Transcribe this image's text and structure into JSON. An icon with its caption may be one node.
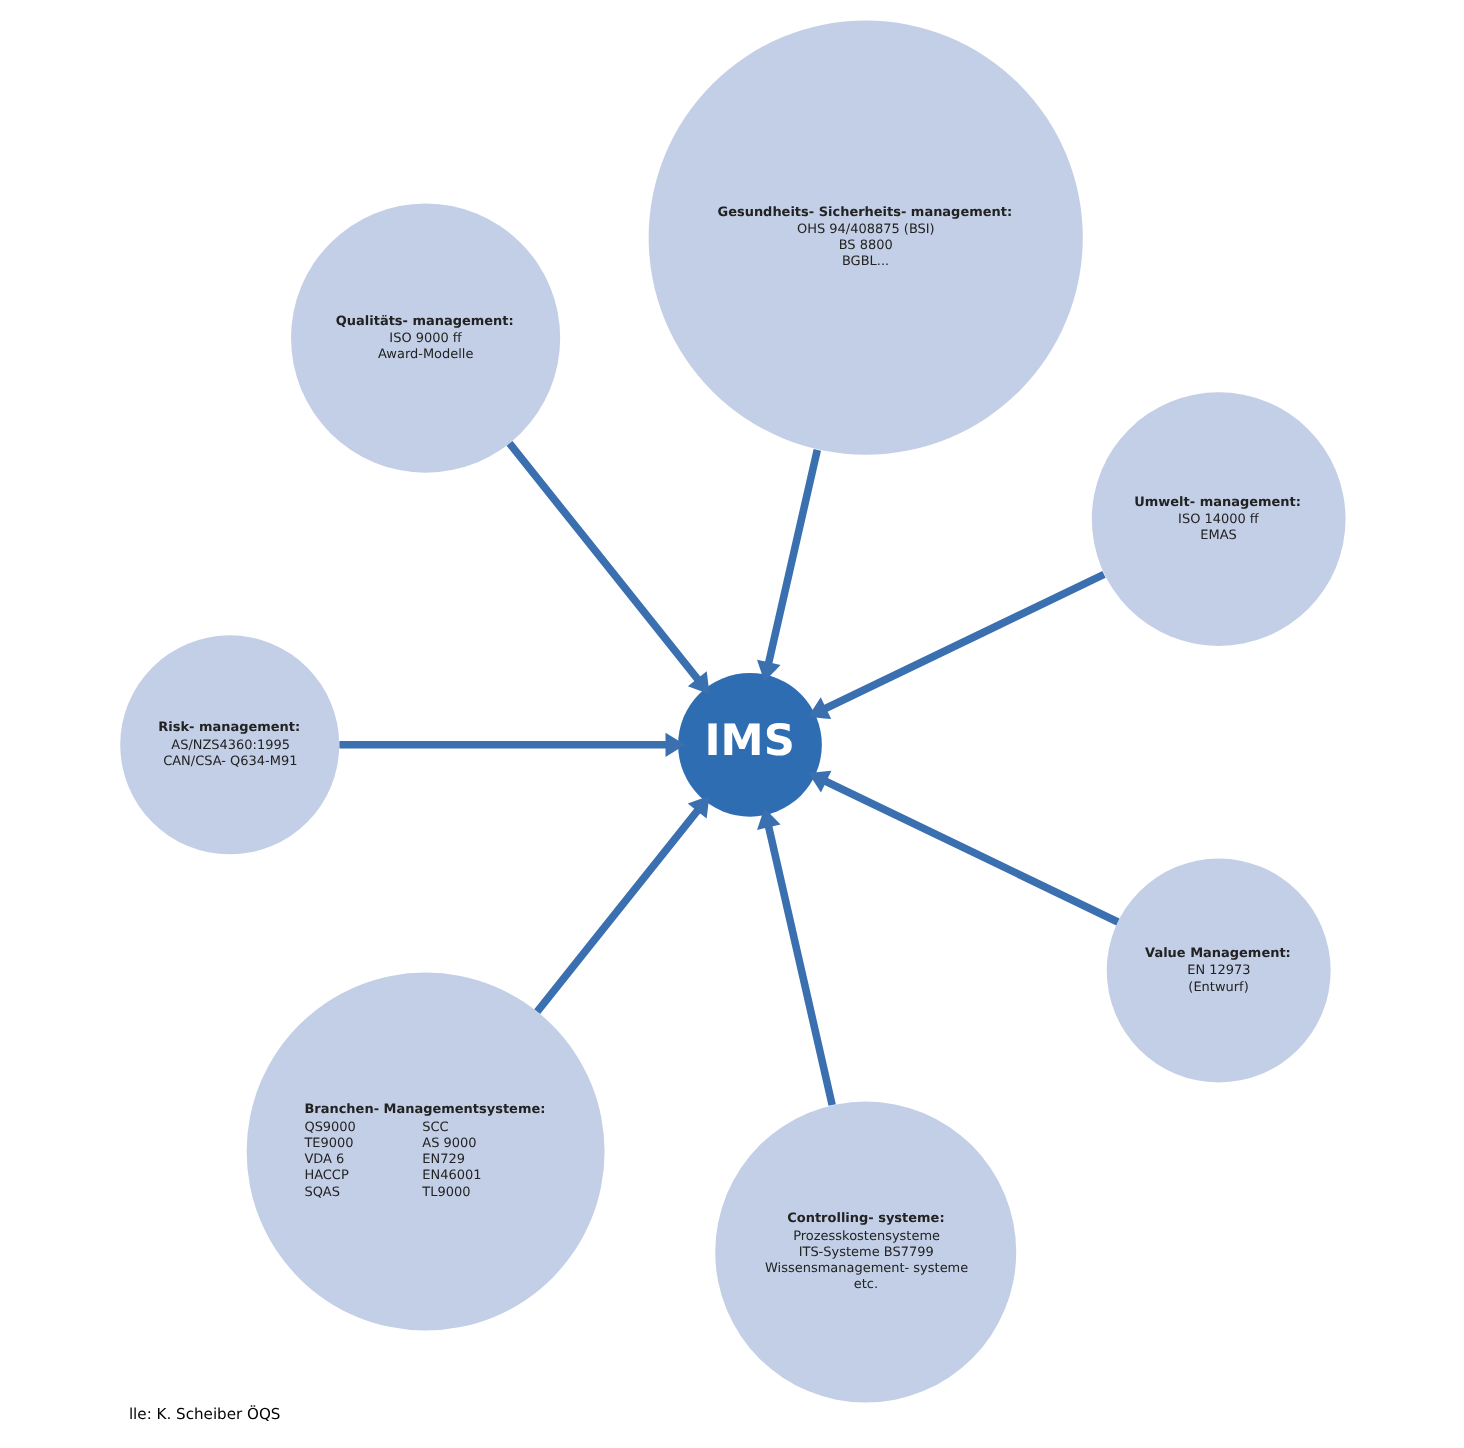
{
  "diagram": {
    "caption": "lle: K. Scheiber ÖQS",
    "nodes": [
      {
        "text": [
          "IMS"
        ]
      },
      {
        "text": [
          "Umwelt- management:",
          "ISO 14000 ff",
          "EMAS"
        ]
      },
      {
        "text": [
          "Gesundheits- Sicherheits- management:",
          "OHS 94/408875 (BSI)",
          "BS 8800",
          "BGBL..."
        ]
      },
      {
        "text": [
          "Qualitäts- management:",
          "ISO 9000 ff",
          "Award-Modelle"
        ]
      },
      {
        "text": [
          "Risk- management:",
          "AS/NZS4360:1995",
          "CAN/CSA- Q634-M91"
        ]
      },
      {
        "text": [
          "Branchen- Managementsysteme:",
          "QS9000",
          "SCC",
          "TE9000",
          "AS 9000",
          "VDA 6",
          "EN729",
          "HACCP",
          "EN46001",
          "SQAS",
          "TL9000"
        ]
      },
      {
        "text": [
          "Controlling- systeme:",
          "Prozesskostensysteme",
          "ITS-Systeme BS7799",
          "Wissensmanagement- systeme",
          "etc."
        ]
      },
      {
        "text": [
          "Value Management:",
          "EN 12973",
          "(Entwurf)"
        ]
      }
    ],
    "edges": [
      {
        "from": 1,
        "to": 0,
        "arrow": "to"
      },
      {
        "from": 2,
        "to": 0,
        "arrow": "to"
      },
      {
        "from": 3,
        "to": 0,
        "arrow": "to"
      },
      {
        "from": 4,
        "to": 0,
        "arrow": "to"
      },
      {
        "from": 5,
        "to": 0,
        "arrow": "to"
      },
      {
        "from": 6,
        "to": 0,
        "arrow": "to"
      },
      {
        "from": 7,
        "to": 0,
        "arrow": "to"
      }
    ]
  }
}
